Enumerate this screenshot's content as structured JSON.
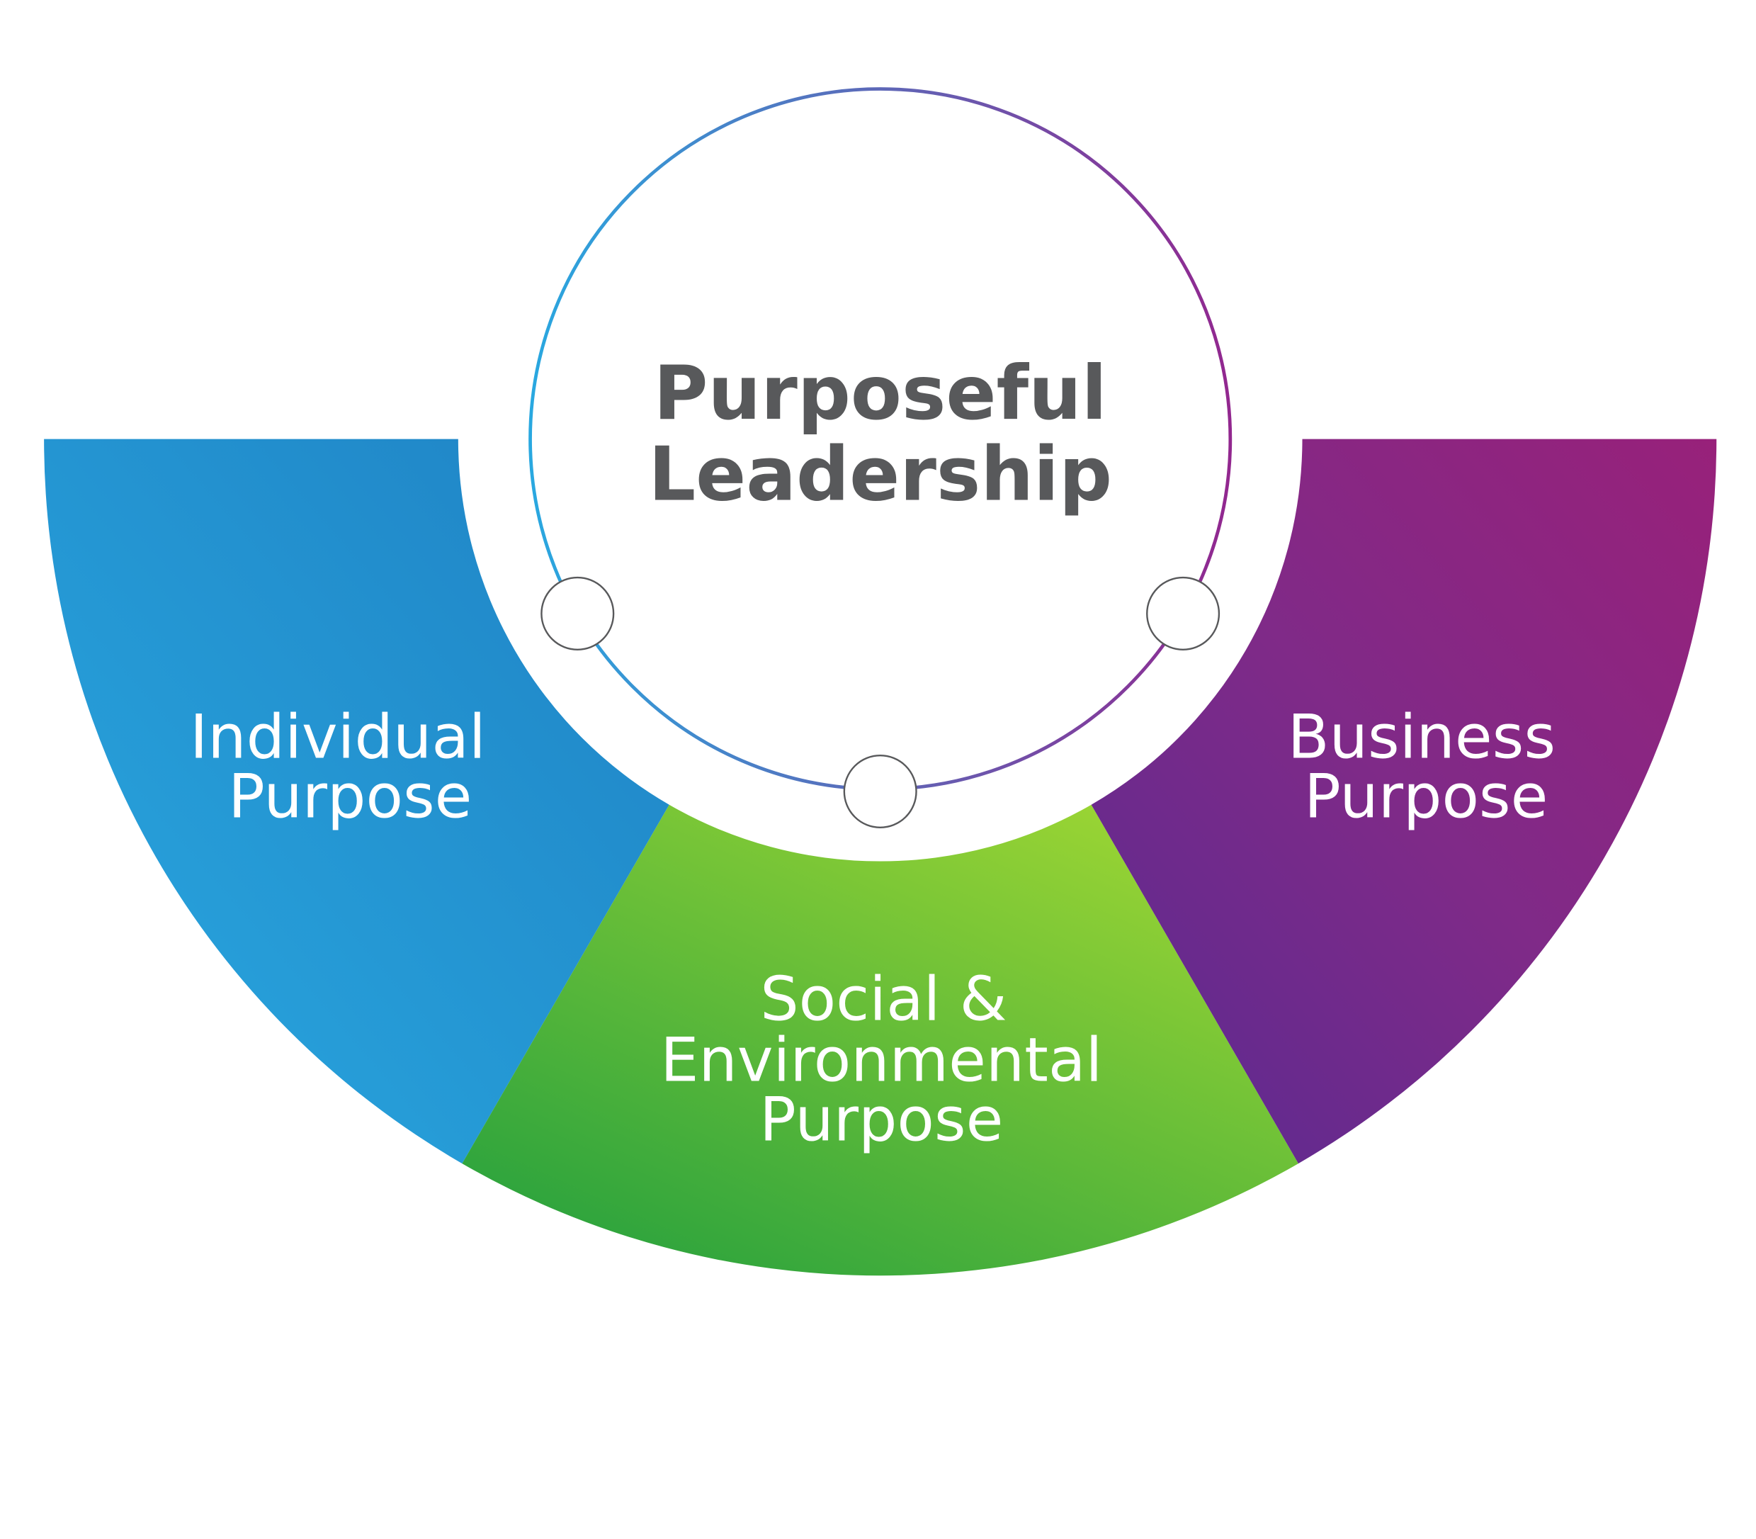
{
  "title": {
    "line1": "Purposeful",
    "line2": "Leadership"
  },
  "segments": [
    {
      "name": "individual",
      "line1": "Individual",
      "line2": "Purpose"
    },
    {
      "name": "social",
      "line1": "Social  &",
      "line2": "Environmental",
      "line3": "Purpose"
    },
    {
      "name": "business",
      "line1": "Business",
      "line2": "Purpose"
    }
  ],
  "colors": {
    "blue_light": "#29a8e0",
    "blue_dark": "#1f86c6",
    "green_dark": "#2ca43f",
    "green_light": "#a0d832",
    "purple_dark": "#5b2a90",
    "purple_light": "#96227a",
    "title": "#58595b"
  }
}
